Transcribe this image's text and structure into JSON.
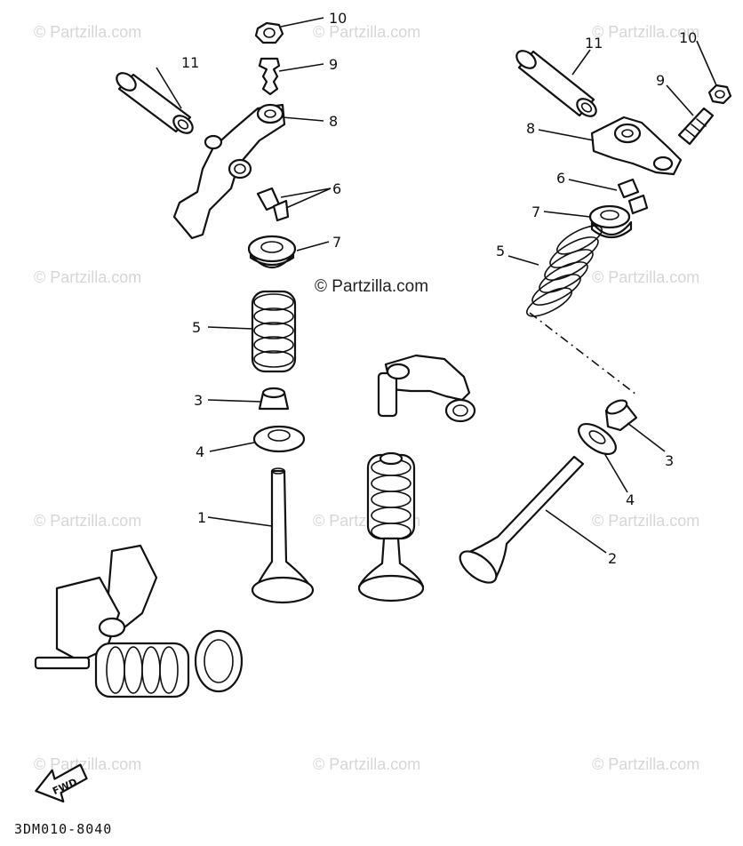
{
  "watermark": {
    "repeat_text": "© Partzilla.com",
    "center_text": "© Partzilla.com"
  },
  "callouts": {
    "c1": "1",
    "c2": "2",
    "c3a": "3",
    "c3b": "3",
    "c4a": "4",
    "c4b": "4",
    "c5a": "5",
    "c5b": "5",
    "c6a": "6",
    "c6b": "6",
    "c7a": "7",
    "c7b": "7",
    "c8a": "8",
    "c8b": "8",
    "c9a": "9",
    "c9b": "9",
    "c10a": "10",
    "c10b": "10",
    "c11a": "11",
    "c11b": "11"
  },
  "direction_badge": "FWD",
  "diagram_code": "3DM010-8040"
}
